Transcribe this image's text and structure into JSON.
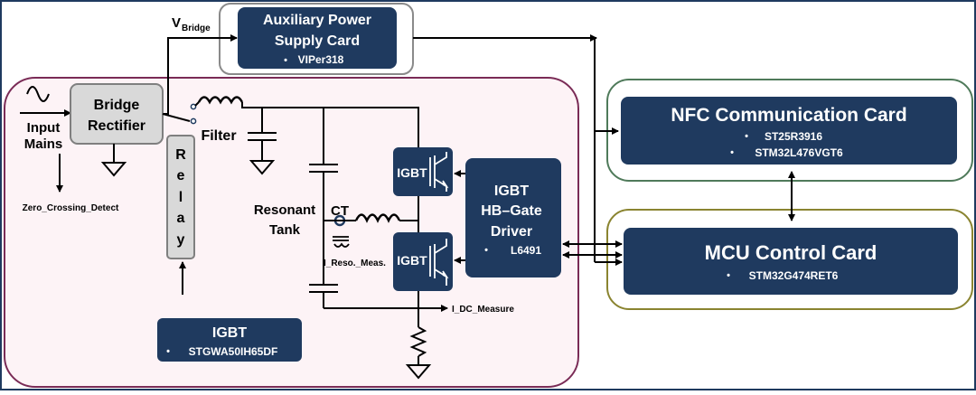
{
  "colors": {
    "navy": "#1f3a5f",
    "frame": "#1f3a5f",
    "power_board_fill": "#fdf3f6",
    "power_board_border": "#7a2b56",
    "aux_border": "#8a8a8a",
    "nfc_border": "#4f7a5a",
    "mcu_border": "#8a8430",
    "bridge_fill": "#d9d9d9"
  },
  "labels": {
    "v_bridge_main": "V",
    "v_bridge_sub": "Bridge",
    "aux_title_1": "Auxiliary Power",
    "aux_title_2": "Supply Card",
    "aux_item": "VIPer318",
    "input_1": "Input",
    "input_2": "Mains",
    "bridge_1": "Bridge",
    "bridge_2": "Rectifier",
    "filter": "Filter",
    "relay_letters": [
      "R",
      "e",
      "l",
      "a",
      "y"
    ],
    "zero_crossing": "Zero_Crossing_Detect",
    "resonant_1": "Resonant",
    "resonant_2": "Tank",
    "ct": "CT",
    "i_reso": "I_Reso._Meas.",
    "igbt_top": "IGBT",
    "igbt_bottom": "IGBT",
    "driver_1": "IGBT",
    "driver_2": "HB–Gate",
    "driver_3": "Driver",
    "driver_item": "L6491",
    "i_dc": "I_DC_Measure",
    "igbt_card_title": "IGBT",
    "igbt_card_item": "STGWA50IH65DF",
    "nfc_title": "NFC Communication Card",
    "nfc_item_1": "ST25R3916",
    "nfc_item_2": "STM32L476VGT6",
    "mcu_title": "MCU Control Card",
    "mcu_item": "STM32G474RET6",
    "bullet": "•"
  },
  "icons": [
    "sine-wave-icon",
    "ground-icon",
    "inductor-icon",
    "capacitor-icon",
    "resistor-icon",
    "switch-icon",
    "igbt-symbol-icon"
  ]
}
